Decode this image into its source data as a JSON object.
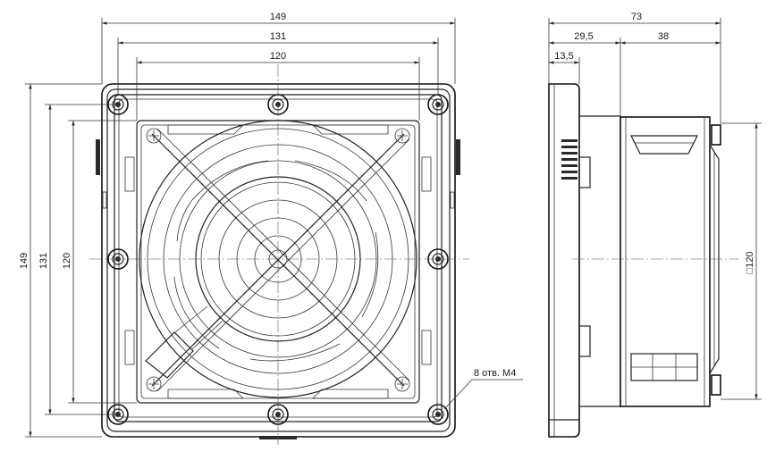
{
  "front_view": {
    "dim_overall_width": "149",
    "dim_frame_width": "131",
    "dim_fan_width": "120",
    "dim_overall_height": "149",
    "dim_frame_height": "131",
    "dim_fan_height": "120",
    "callout_holes": "8 отв. M4"
  },
  "side_view": {
    "dim_total_depth": "73",
    "dim_flange_depth": "29,5",
    "dim_fan_depth": "38",
    "dim_plate_thickness": "13,5",
    "dim_fan_square": "□120"
  }
}
